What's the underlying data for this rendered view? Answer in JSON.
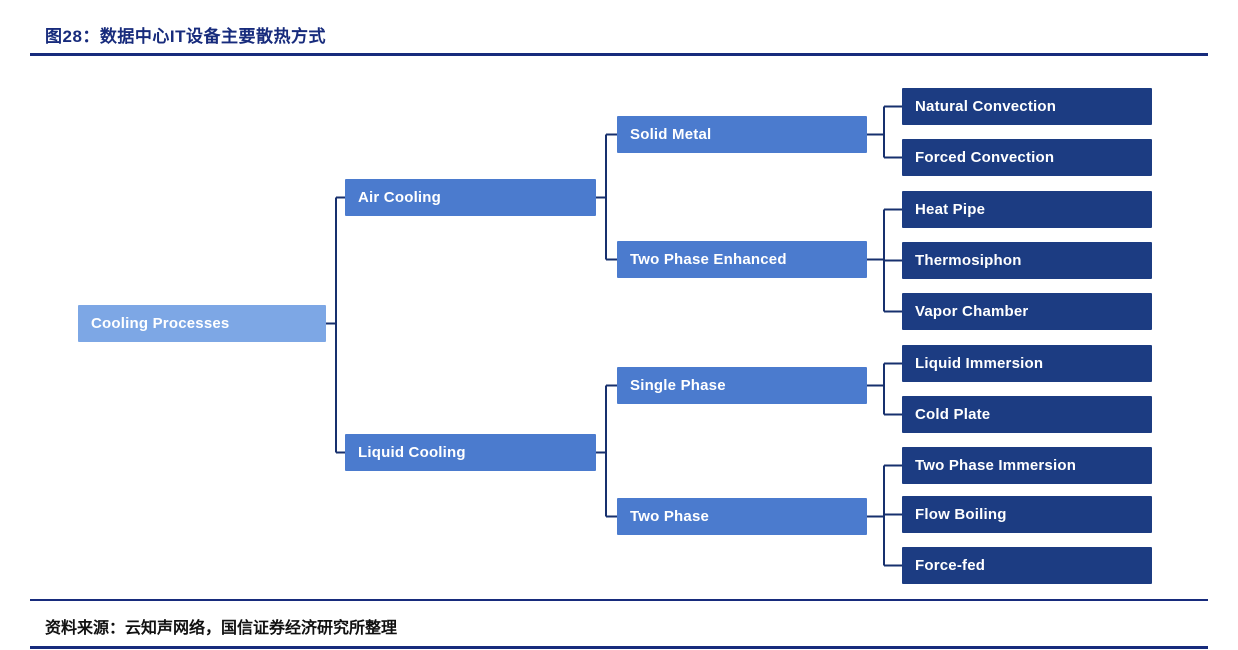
{
  "header": {
    "title": "图28：数据中心IT设备主要散热方式"
  },
  "footer": {
    "source": "资料来源：云知声网络，国信证券经济研究所整理"
  },
  "colors": {
    "title": "#172b7c",
    "line": "#17306e",
    "root": "#7da7e5",
    "branch": "#4b7bce",
    "leaf": "#1c3c82"
  },
  "diagram": {
    "root": {
      "label": "Cooling Processes",
      "children": [
        {
          "label": "Air Cooling",
          "children": [
            {
              "label": "Solid Metal",
              "children": [
                {
                  "label": "Natural Convection"
                },
                {
                  "label": "Forced Convection"
                }
              ]
            },
            {
              "label": "Two Phase Enhanced",
              "children": [
                {
                  "label": "Heat Pipe"
                },
                {
                  "label": "Thermosiphon"
                },
                {
                  "label": "Vapor Chamber"
                }
              ]
            }
          ]
        },
        {
          "label": "Liquid Cooling",
          "children": [
            {
              "label": "Single Phase",
              "children": [
                {
                  "label": "Liquid Immersion"
                },
                {
                  "label": "Cold Plate"
                }
              ]
            },
            {
              "label": "Two Phase",
              "children": [
                {
                  "label": "Two Phase Immersion"
                },
                {
                  "label": "Flow Boiling"
                },
                {
                  "label": "Force-fed"
                }
              ]
            }
          ]
        }
      ]
    }
  }
}
